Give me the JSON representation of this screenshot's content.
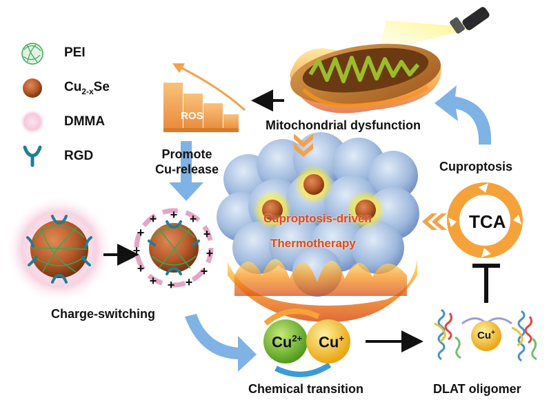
{
  "legend": {
    "pei": "PEI",
    "cu2xse_main": "Cu",
    "cu2xse_sub": "2-x",
    "cu2xse_tail": "Se",
    "dmma": "DMMA",
    "rgd": "RGD"
  },
  "labels": {
    "ros": "ROS",
    "mito_dysfunction": "Mitochondrial dysfunction",
    "promote_line1": "Promote",
    "promote_line2": "Cu-release",
    "cuproptosis": "Cuproptosis",
    "tca": "TCA",
    "therapy_line1": "Cuproptosis-driven",
    "therapy_line2": "Thermotherapy",
    "charge_switching": "Charge-switching",
    "chemical_transition": "Chemical transition",
    "dlat_oligomer": "DLAT oligomer",
    "cu2_base": "Cu",
    "cu2_sup": "2+",
    "cu1_base": "Cu",
    "cu1_sup": "+",
    "dlat_cu_base": "Cu",
    "dlat_cu_sup": "+"
  },
  "plus_sign": "+",
  "colors": {
    "arrow_blue": "#7fb2e5",
    "ros_orange": "#f5a14a",
    "tca_orange": "#f6a23a",
    "np_brown": "#b85a2a",
    "pei_green": "#3aa655",
    "dmma_pink": "#f3c6d8",
    "rgd_teal": "#1e7f94",
    "cu2_green": "#6ab42a",
    "cu1_yellow": "#f2b81c"
  }
}
